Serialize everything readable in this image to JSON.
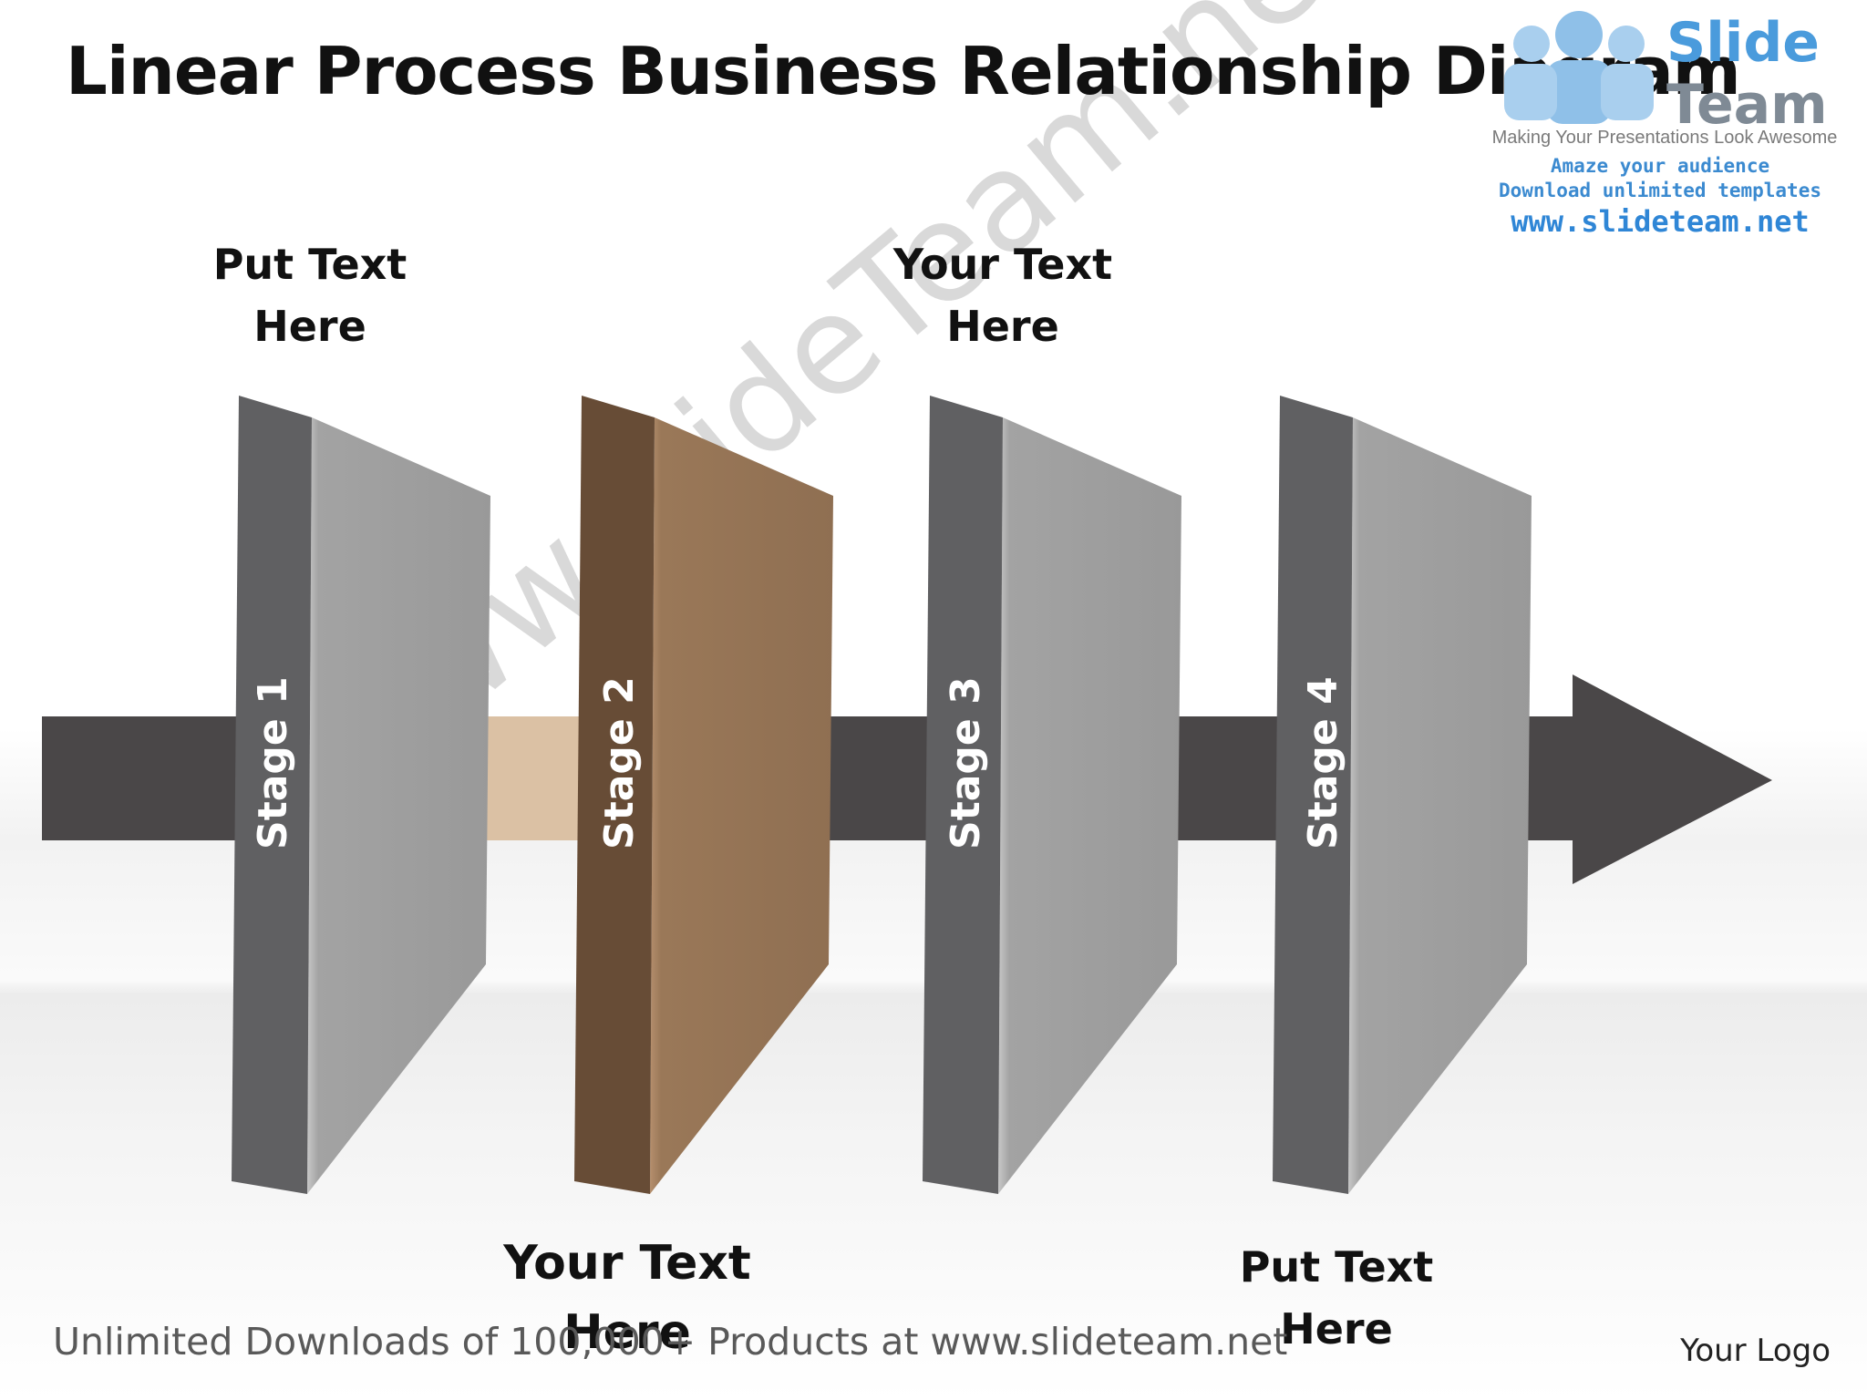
{
  "title": "Linear Process Business Relationship Diagram",
  "stages": [
    {
      "label": "Stage 1",
      "color": "#9b9b9b",
      "edge_color": "#606062"
    },
    {
      "label": "Stage 2",
      "color": "#94755a",
      "edge_color": "#674c36"
    },
    {
      "label": "Stage 3",
      "color": "#9b9b9b",
      "edge_color": "#606062"
    },
    {
      "label": "Stage 4",
      "color": "#9b9b9b",
      "edge_color": "#606062"
    }
  ],
  "arrow_colors": {
    "dark": "#4a4748",
    "light": "#dbc1a4"
  },
  "text_labels": {
    "top_left": [
      "Put Text",
      "Here"
    ],
    "top_center": [
      "Your Text",
      "Here"
    ],
    "bottom_center": [
      "Your Text",
      "Here"
    ],
    "bottom_right": [
      "Put Text",
      "Here"
    ]
  },
  "logo": {
    "brand_line1": "Slide",
    "brand_line2": "Team",
    "tagline": "Making Your Presentations Look Awesome",
    "promo_line1": "Amaze your audience",
    "promo_line2": "Download unlimited templates",
    "url": "www.slideteam.net"
  },
  "watermark": "www.SlideTeam.net",
  "footer": "Unlimited Downloads of 100,000+ Products at www.slideteam.net",
  "your_logo": "Your Logo"
}
